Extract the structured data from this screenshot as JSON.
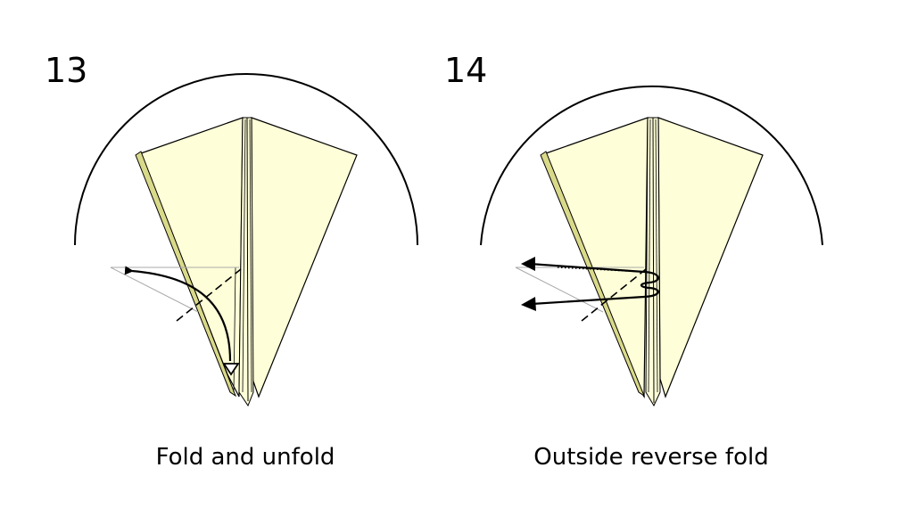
{
  "steps": [
    {
      "number": "13",
      "caption": "Fold and unfold"
    },
    {
      "number": "14",
      "caption": "Outside reverse fold"
    }
  ],
  "colors": {
    "paper": "#fefed8",
    "paper_edge": "#d9d98a",
    "outline": "#000000",
    "guide": "#aaaaaa"
  }
}
